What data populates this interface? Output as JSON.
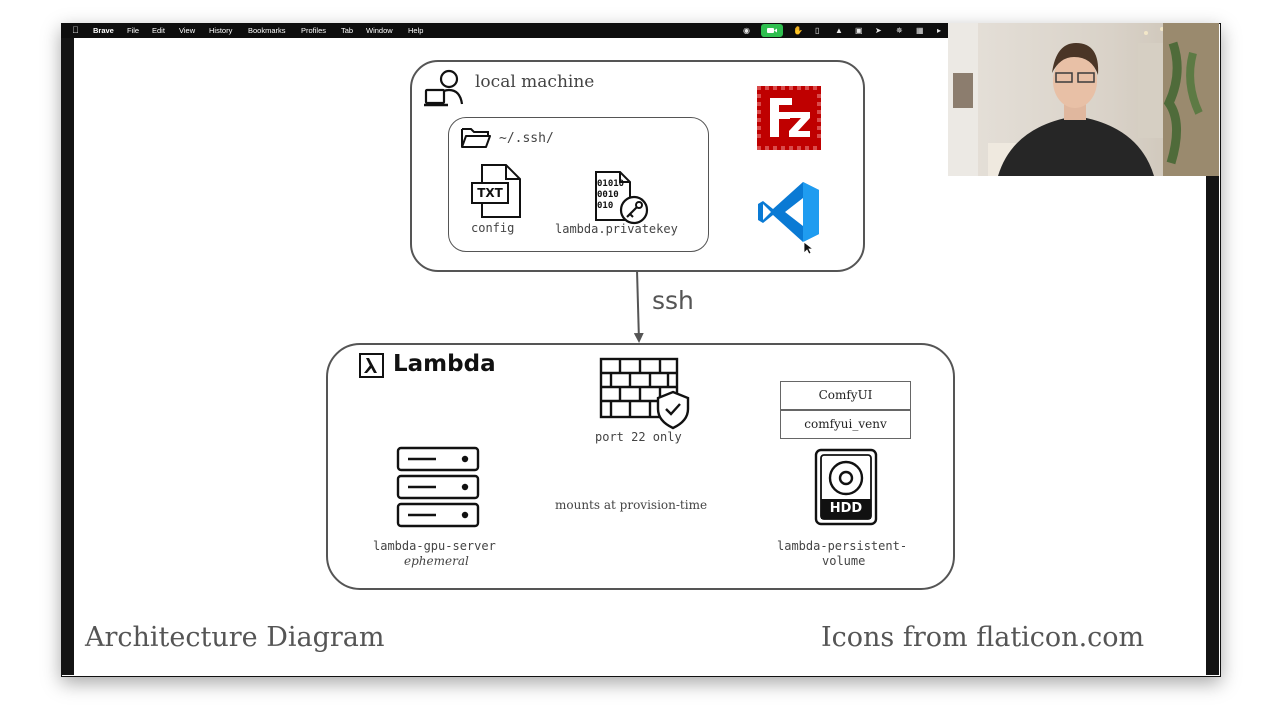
{
  "menubar": {
    "app_name": "Brave",
    "items": [
      "File",
      "Edit",
      "View",
      "History",
      "Bookmarks",
      "Profiles",
      "Tab",
      "Window",
      "Help"
    ]
  },
  "local_machine": {
    "title": "local machine",
    "ssh_folder": "~/.ssh/",
    "config_file": "config",
    "config_icon_text": "TXT",
    "key_file": "lambda.privatekey",
    "key_icon_text": [
      "01010",
      "0010",
      "010"
    ]
  },
  "connection": {
    "label": "ssh"
  },
  "lambda": {
    "brand": "Lambda",
    "firewall_label": "port 22 only",
    "gpu_server_label": "lambda-gpu-server",
    "gpu_server_sublabel": "ephemeral",
    "mount_label": "mounts at provision-time",
    "volume_label_line1": "lambda-persistent-",
    "volume_label_line2": "volume",
    "hdd_text": "HDD",
    "stack": [
      "ComfyUI",
      "comfyui_venv"
    ]
  },
  "captions": {
    "left": "Architecture Diagram",
    "right": "Icons from flaticon.com"
  },
  "colors": {
    "filezilla_red": "#bf0000",
    "vscode_blue": "#0a7ad4",
    "box_border": "#555555"
  }
}
